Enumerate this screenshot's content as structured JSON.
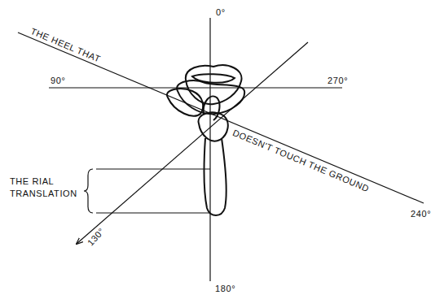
{
  "diagram": {
    "labels": [
      "0°",
      "90°",
      "270°",
      "180°",
      "130°",
      "240°",
      "THE HEEL THAT",
      "DOESN'T TOUCH THE GROUND",
      "THE RIAL TRANSLATION"
    ]
  }
}
